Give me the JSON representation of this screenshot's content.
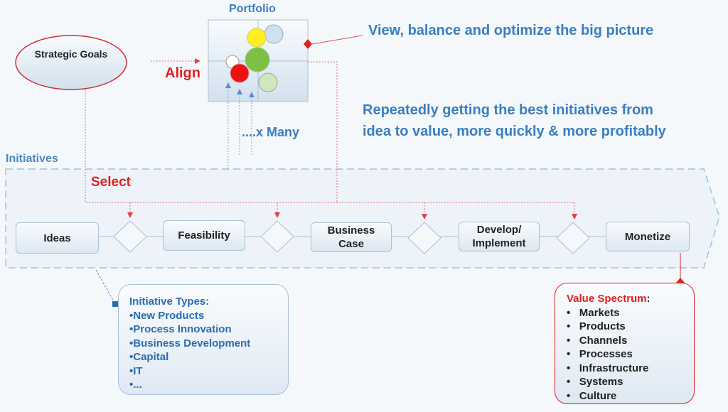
{
  "portfolio": {
    "title": "Portfolio"
  },
  "strategic_goals": "Strategic Goals",
  "align": "Align",
  "select": "Select",
  "many": "....x Many",
  "initiatives": "Initiatives",
  "headline1": "View, balance and optimize the big picture",
  "headline2_line1": "Repeatedly getting the best initiatives from",
  "headline2_line2": "idea to value, more quickly & more profitably",
  "stages": [
    "Ideas",
    "Feasibility",
    "Business Case",
    "Develop/ Implement",
    "Monetize"
  ],
  "initiative_types": {
    "title": "Initiative Types:",
    "items": [
      "•New Products",
      "•Process Innovation",
      "•Business Development",
      "•Capital",
      "•IT",
      "•..."
    ]
  },
  "value_spectrum": {
    "title": "Value Spectrum",
    "items": [
      "Markets",
      "Products",
      "Channels",
      "Processes",
      "Infrastructure",
      "Systems",
      "Culture"
    ]
  },
  "colors": {
    "blue": "#3a7ebf",
    "red": "#e02020"
  }
}
